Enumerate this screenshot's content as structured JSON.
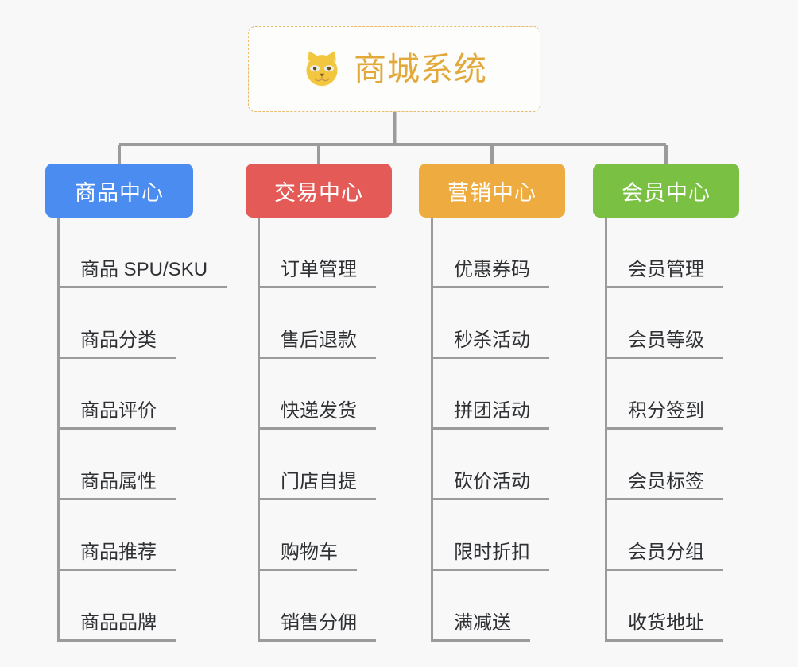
{
  "diagram": {
    "title": "商城系统",
    "type": "mindmap",
    "background_color": "#f8f8f8",
    "connector_color": "#9b9b9b"
  },
  "root": {
    "label": "商城系统",
    "icon": "shiba-dog-face-icon",
    "text_color": "#e2a93a",
    "border_color": "#e9bb6a",
    "border_style": "dashed",
    "background_color": "#fdfdfc"
  },
  "categories": [
    {
      "label": "商品中心",
      "color": "#4a8cf0",
      "items": [
        {
          "label": "商品 SPU/SKU"
        },
        {
          "label": "商品分类"
        },
        {
          "label": "商品评价"
        },
        {
          "label": "商品属性"
        },
        {
          "label": "商品推荐"
        },
        {
          "label": "商品品牌"
        }
      ]
    },
    {
      "label": "交易中心",
      "color": "#e35a57",
      "items": [
        {
          "label": "订单管理"
        },
        {
          "label": "售后退款"
        },
        {
          "label": "快递发货"
        },
        {
          "label": "门店自提"
        },
        {
          "label": "购物车"
        },
        {
          "label": "销售分佣"
        }
      ]
    },
    {
      "label": "营销中心",
      "color": "#eeac40",
      "items": [
        {
          "label": "优惠券码"
        },
        {
          "label": "秒杀活动"
        },
        {
          "label": "拼团活动"
        },
        {
          "label": "砍价活动"
        },
        {
          "label": "限时折扣"
        },
        {
          "label": "满减送"
        }
      ]
    },
    {
      "label": "会员中心",
      "color": "#7ac143",
      "items": [
        {
          "label": "会员管理"
        },
        {
          "label": "会员等级"
        },
        {
          "label": "积分签到"
        },
        {
          "label": "会员标签"
        },
        {
          "label": "会员分组"
        },
        {
          "label": "收货地址"
        }
      ]
    }
  ]
}
